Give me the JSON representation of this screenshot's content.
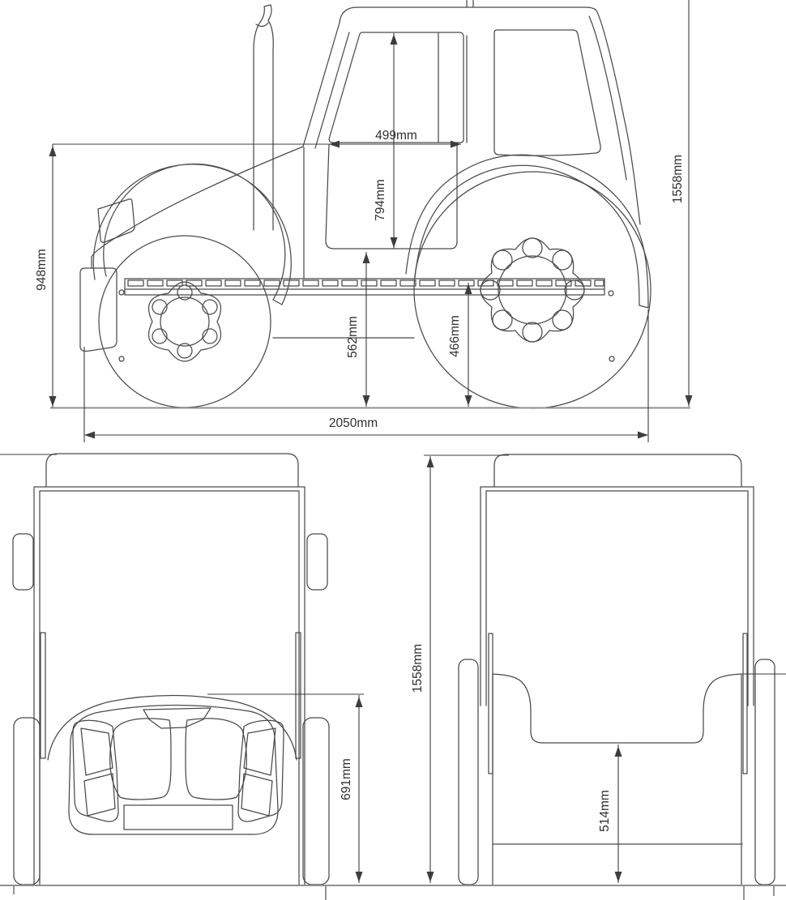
{
  "title": "tractor three-view dimension drawing",
  "colors": {
    "background": "#ffffff",
    "line": "#4a4a4a",
    "dim_line": "#3d3d3d",
    "ground": "#8f8f8f",
    "text": "#2f2f2f"
  },
  "side_view": {
    "dims": {
      "overall_length": "2050mm",
      "overall_height": "1558mm",
      "hood_height": "948mm",
      "door_opening_width": "499mm",
      "door_opening_height": "794mm",
      "floor_height": "562mm",
      "step_height": "466mm"
    }
  },
  "front_view": {
    "dims": {
      "hood_height": "691mm"
    }
  },
  "rear_view": {
    "dims": {
      "overall_height": "1558mm",
      "deck_height": "514mm"
    }
  }
}
